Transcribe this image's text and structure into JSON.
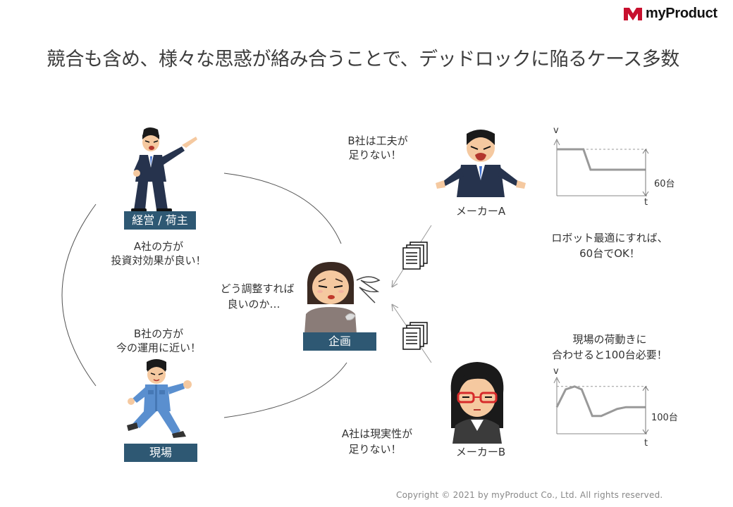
{
  "logo": {
    "text": "myProduct",
    "color": "#c8102e"
  },
  "title": "競合も含め、様々な思惑が絡み合うことで、デッドロックに陥るケース多数",
  "labels": {
    "management": "経営 / 荷主",
    "field": "現場",
    "planning": "企画",
    "maker_a": "メーカーA",
    "maker_b": "メーカーB"
  },
  "speech": {
    "management_l1": "A社の方が",
    "management_l2": "投資対効果が良い！",
    "field_l1": "B社の方が",
    "field_l2": "今の運用に近い！",
    "planning_l1": "どう調整すれば",
    "planning_l2": "良いのか…",
    "maker_a_l1": "B社は工夫が",
    "maker_a_l2": "足りない！",
    "maker_b_l1": "A社は現実性が",
    "maker_b_l2": "足りない！",
    "robot_l1": "ロボット最適にすれば、",
    "robot_l2": "60台でOK！",
    "site_l1": "現場の荷動きに",
    "site_l2": "合わせると100台必要！"
  },
  "chart_data": [
    {
      "type": "line",
      "xlabel": "t",
      "ylabel": "v",
      "annotation": "60台",
      "reference_level": "high",
      "points": [
        [
          0,
          0.75
        ],
        [
          0.3,
          0.75
        ],
        [
          0.38,
          0.42
        ],
        [
          1.0,
          0.42
        ]
      ]
    },
    {
      "type": "line",
      "xlabel": "t",
      "ylabel": "v",
      "annotation": "100台",
      "reference_level": "high",
      "points": [
        [
          0,
          0.45
        ],
        [
          0.1,
          0.75
        ],
        [
          0.2,
          0.8
        ],
        [
          0.28,
          0.75
        ],
        [
          0.4,
          0.3
        ],
        [
          0.5,
          0.3
        ],
        [
          0.68,
          0.42
        ],
        [
          0.78,
          0.45
        ],
        [
          1.0,
          0.45
        ]
      ]
    }
  ],
  "colors": {
    "label_bg": "#2e5873",
    "line": "#888888",
    "suit": "#26334d",
    "uniform": "#5a8fcf"
  },
  "copyright": "Copyright © 2021 by myProduct Co., Ltd.  All rights reserved."
}
